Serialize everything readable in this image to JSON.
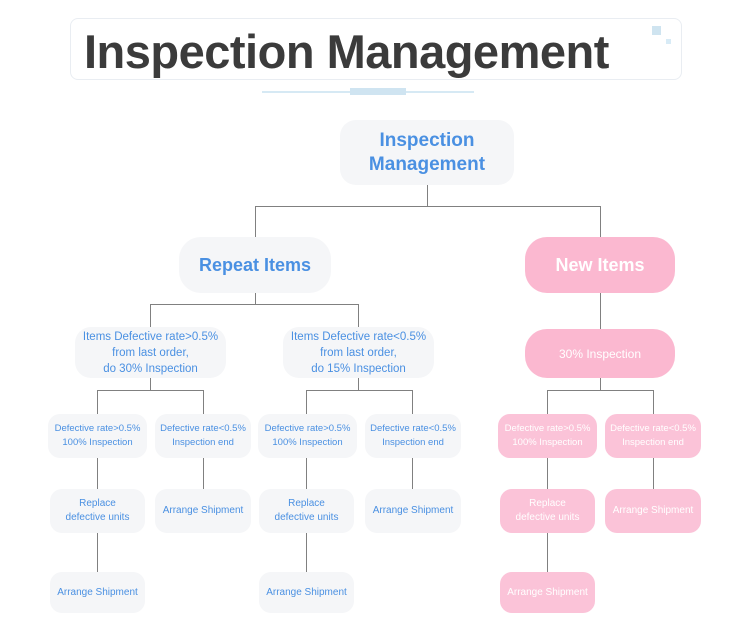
{
  "header": {
    "title": "Inspection Management",
    "decor": {
      "square_big": "decorative-square",
      "square_small": "decorative-square",
      "underline": "title-underline"
    }
  },
  "flowchart": {
    "root": {
      "label": "Inspection\nManagement",
      "style": "gray"
    },
    "branches": [
      {
        "id": "repeat-items",
        "label": "Repeat Items",
        "style": "gray",
        "children": [
          {
            "id": "repeat-high",
            "label": "Items Defective rate>0.5%\nfrom last order,\ndo 30% Inspection",
            "children": [
              {
                "id": "repeat-high-gt",
                "label": "Defective rate>0.5%\n100% Inspection",
                "children": [
                  {
                    "id": "repeat-high-gt-replace",
                    "label": "Replace\ndefective units",
                    "children": [
                      {
                        "id": "repeat-high-gt-ship",
                        "label": "Arrange Shipment"
                      }
                    ]
                  }
                ]
              },
              {
                "id": "repeat-high-lt",
                "label": "Defective rate<0.5%\nInspection end",
                "children": [
                  {
                    "id": "repeat-high-lt-ship",
                    "label": "Arrange Shipment"
                  }
                ]
              }
            ]
          },
          {
            "id": "repeat-low",
            "label": "Items Defective rate<0.5%\nfrom last order,\ndo 15% Inspection",
            "children": [
              {
                "id": "repeat-low-gt",
                "label": "Defective rate>0.5%\n100% Inspection",
                "children": [
                  {
                    "id": "repeat-low-gt-replace",
                    "label": "Replace\ndefective units",
                    "children": [
                      {
                        "id": "repeat-low-gt-ship",
                        "label": "Arrange Shipment"
                      }
                    ]
                  }
                ]
              },
              {
                "id": "repeat-low-lt",
                "label": "Defective rate<0.5%\nInspection end",
                "children": [
                  {
                    "id": "repeat-low-lt-ship",
                    "label": "Arrange Shipment"
                  }
                ]
              }
            ]
          }
        ]
      },
      {
        "id": "new-items",
        "label": "New Items",
        "style": "pink",
        "children": [
          {
            "id": "new-30",
            "label": "30% Inspection",
            "children": [
              {
                "id": "new-gt",
                "label": "Defective rate>0.5%\n100% Inspection",
                "children": [
                  {
                    "id": "new-gt-replace",
                    "label": "Replace\ndefective units",
                    "children": [
                      {
                        "id": "new-gt-ship",
                        "label": "Arrange Shipment"
                      }
                    ]
                  }
                ]
              },
              {
                "id": "new-lt",
                "label": "Defective rate<0.5%\nInspection end",
                "children": [
                  {
                    "id": "new-lt-ship",
                    "label": "Arrange Shipment"
                  }
                ]
              }
            ]
          }
        ]
      }
    ]
  },
  "colors": {
    "title_text": "#3b3b3b",
    "node_gray_bg": "#f5f6f8",
    "node_blue_text": "#4a90e2",
    "node_pink_bg": "#fbb8d0",
    "node_pink_light_bg": "#fbc3d8",
    "connector": "#808080",
    "accent_light_blue": "#cfe4f1"
  }
}
